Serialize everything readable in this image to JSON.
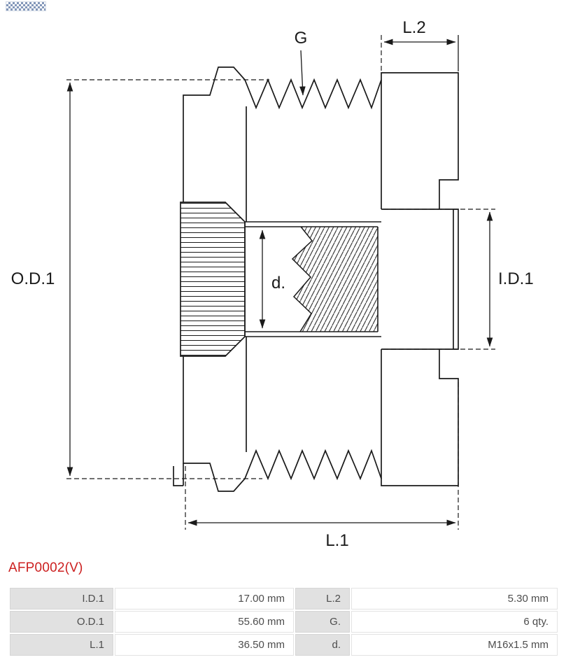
{
  "part_number": "AFP0002(V)",
  "drawing": {
    "labels": {
      "od1": "O.D.1",
      "id1": "I.D.1",
      "l1": "L.1",
      "l2": "L.2",
      "g": "G",
      "d": "d."
    }
  },
  "specs": {
    "rows": [
      {
        "c0": "I.D.1",
        "c1": "17.00 mm",
        "c2": "L.2",
        "c3": "5.30 mm"
      },
      {
        "c0": "O.D.1",
        "c1": "55.60 mm",
        "c2": "G.",
        "c3": "6 qty."
      },
      {
        "c0": "L.1",
        "c1": "36.50 mm",
        "c2": "d.",
        "c3": "M16x1.5 mm"
      }
    ]
  },
  "colors": {
    "accent_red": "#cc2020",
    "table_label_bg": "#e1e1e1",
    "line": "#1a1a1a"
  }
}
